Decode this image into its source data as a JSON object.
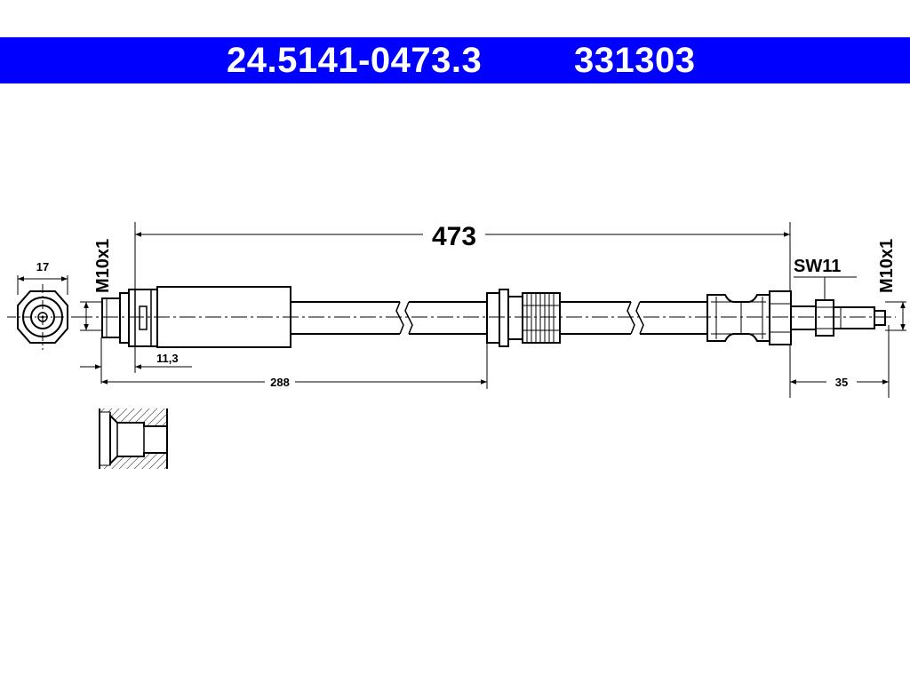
{
  "header": {
    "part_number": "24.5141-0473.3",
    "reference_number": "331303",
    "background_color": "#0000ff",
    "text_color": "#ffffff"
  },
  "dimensions": {
    "total_length": "473",
    "left_thread": "M10x1",
    "right_thread": "M10x1",
    "fitting_width": "17",
    "fitting_offset": "11,3",
    "bracket_distance": "288",
    "wrench_size": "SW11",
    "right_end_length": "35"
  }
}
